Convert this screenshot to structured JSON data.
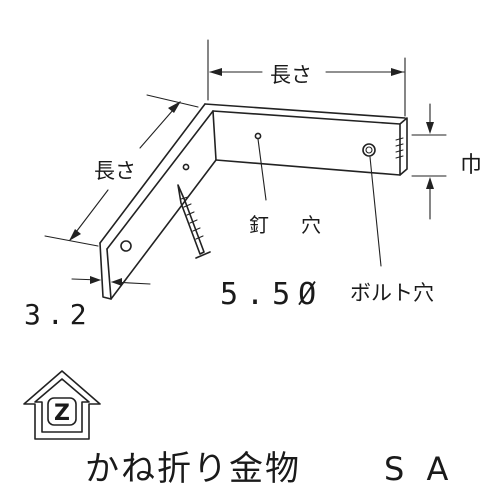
{
  "labels": {
    "length_top": "長さ",
    "length_diagonal": "長さ",
    "width": "巾",
    "nail_hole": "釘　穴",
    "hole_diameter": "5.5Ø",
    "bolt_hole": "ボルト穴",
    "thickness": "3.2"
  },
  "logo": {
    "letter": "Z",
    "icon": "z-house-logo-icon"
  },
  "title": {
    "name": "かね折り金物",
    "model": "S A"
  }
}
